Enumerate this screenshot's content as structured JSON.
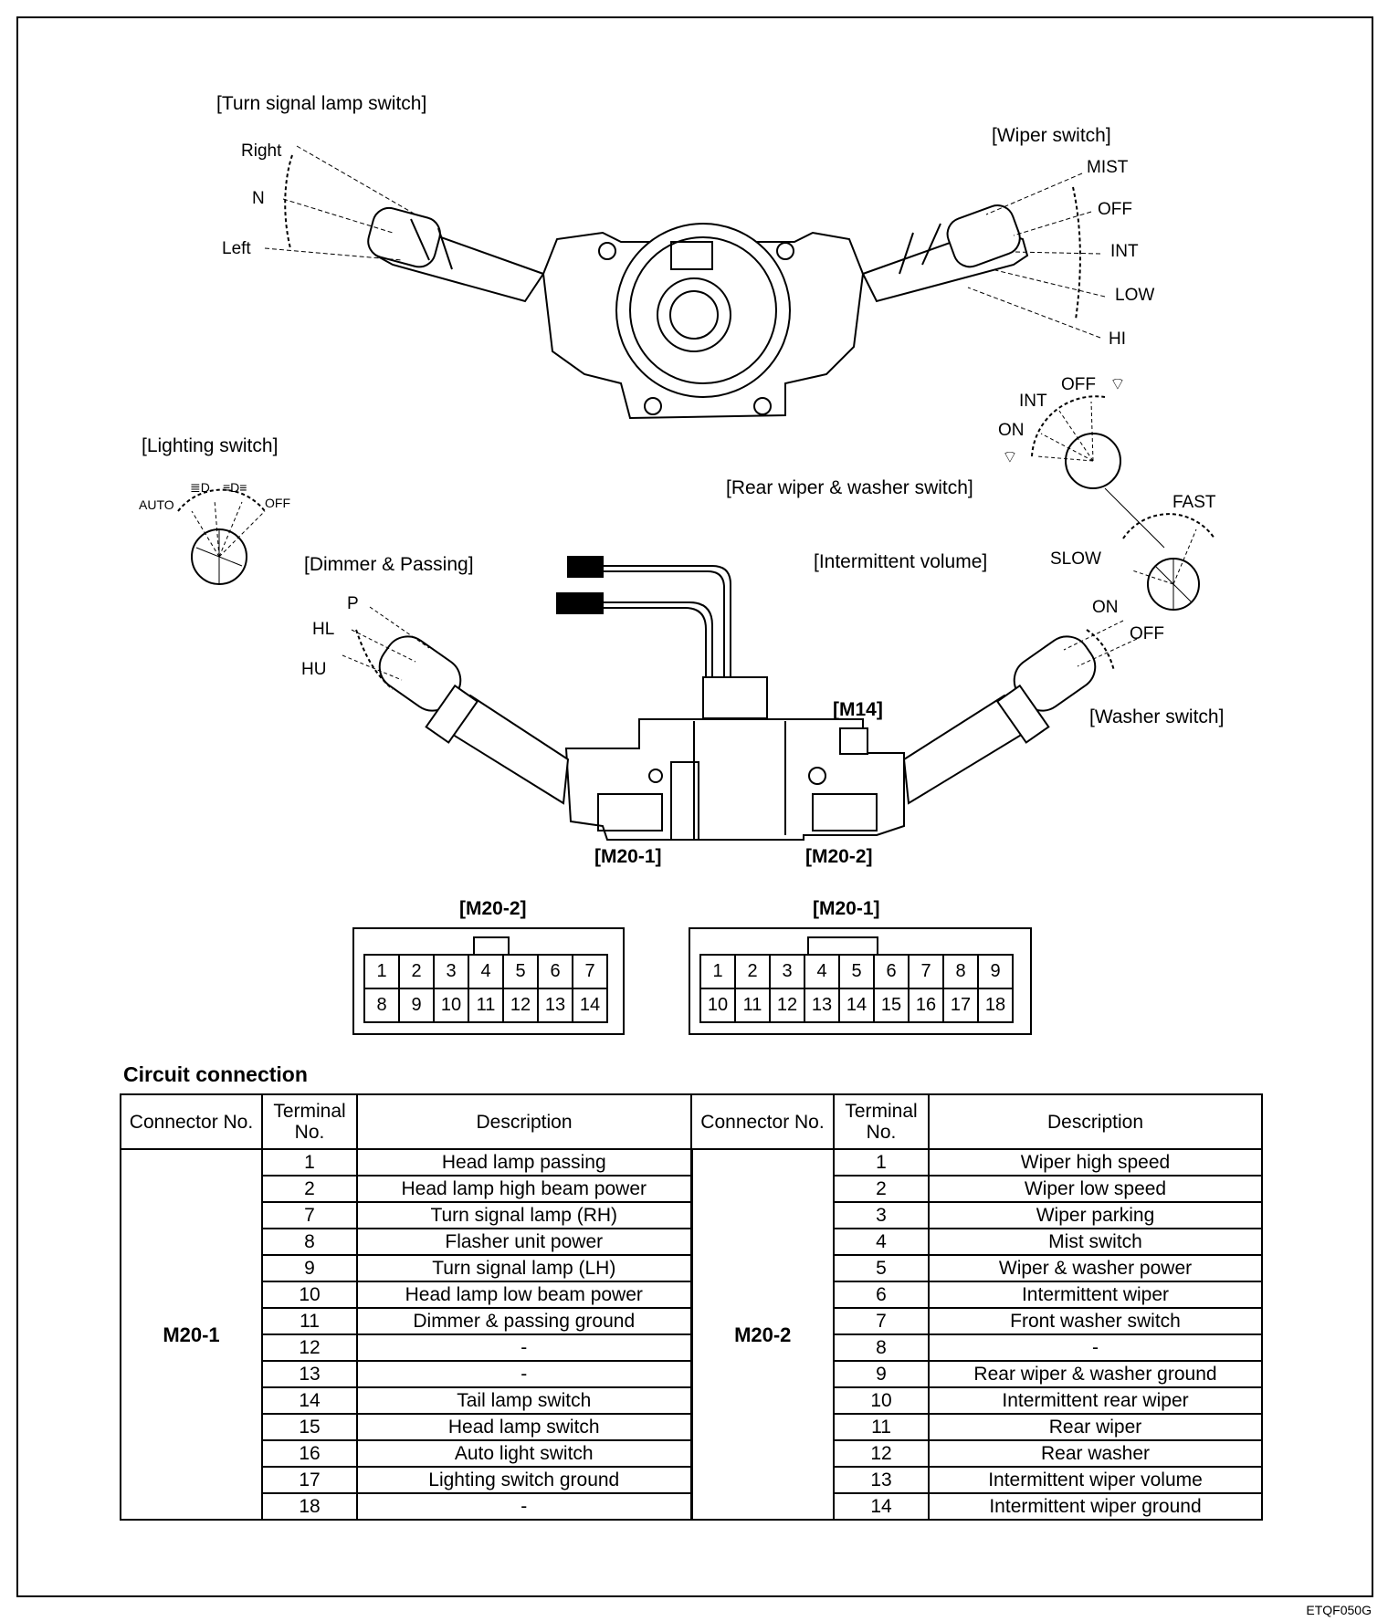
{
  "labels": {
    "turn_signal_title": "[Turn signal lamp switch]",
    "turn_right": "Right",
    "turn_n": "N",
    "turn_left": "Left",
    "wiper_title": "[Wiper switch]",
    "wiper_mist": "MIST",
    "wiper_off": "OFF",
    "wiper_int": "INT",
    "wiper_low": "LOW",
    "wiper_hi": "HI",
    "lighting_title": "[Lighting switch]",
    "lighting_auto": "AUTO",
    "lighting_off": "OFF",
    "rear_int": "INT",
    "rear_off": "OFF",
    "rear_on": "ON",
    "rear_title": "[Rear wiper & washer switch]",
    "dimmer_title": "[Dimmer & Passing]",
    "dimmer_p": "P",
    "dimmer_hl": "HL",
    "dimmer_hu": "HU",
    "intermittent_title": "[Intermittent volume]",
    "int_fast": "FAST",
    "int_slow": "SLOW",
    "washer_on": "ON",
    "washer_off": "OFF",
    "washer_title": "[Washer switch]",
    "m14": "[M14]",
    "m20_1_under": "[M20-1]",
    "m20_2_under": "[M20-2]"
  },
  "pinouts": [
    {
      "title": "[M20-2]",
      "top": [
        "1",
        "2",
        "3",
        "4",
        "5",
        "6",
        "7"
      ],
      "bottom": [
        "8",
        "9",
        "10",
        "11",
        "12",
        "13",
        "14"
      ]
    },
    {
      "title": "[M20-1]",
      "top": [
        "1",
        "2",
        "3",
        "4",
        "5",
        "6",
        "7",
        "8",
        "9"
      ],
      "bottom": [
        "10",
        "11",
        "12",
        "13",
        "14",
        "15",
        "16",
        "17",
        "18"
      ]
    }
  ],
  "circuit": {
    "title": "Circuit connection",
    "headers": {
      "connector": "Connector No.",
      "terminal": "Terminal No.",
      "description": "Description"
    },
    "left": {
      "connector": "M20-1",
      "rows": [
        {
          "terminal": "1",
          "description": "Head lamp passing"
        },
        {
          "terminal": "2",
          "description": "Head lamp high beam power"
        },
        {
          "terminal": "7",
          "description": "Turn signal lamp (RH)"
        },
        {
          "terminal": "8",
          "description": "Flasher unit power"
        },
        {
          "terminal": "9",
          "description": "Turn signal lamp (LH)"
        },
        {
          "terminal": "10",
          "description": "Head lamp low beam power"
        },
        {
          "terminal": "11",
          "description": "Dimmer & passing ground"
        },
        {
          "terminal": "12",
          "description": "-"
        },
        {
          "terminal": "13",
          "description": "-"
        },
        {
          "terminal": "14",
          "description": "Tail lamp switch"
        },
        {
          "terminal": "15",
          "description": "Head lamp switch"
        },
        {
          "terminal": "16",
          "description": "Auto light switch"
        },
        {
          "terminal": "17",
          "description": "Lighting switch ground"
        },
        {
          "terminal": "18",
          "description": "-"
        }
      ]
    },
    "right": {
      "connector": "M20-2",
      "rows": [
        {
          "terminal": "1",
          "description": "Wiper high speed"
        },
        {
          "terminal": "2",
          "description": "Wiper low speed"
        },
        {
          "terminal": "3",
          "description": "Wiper parking"
        },
        {
          "terminal": "4",
          "description": "Mist switch"
        },
        {
          "terminal": "5",
          "description": "Wiper & washer power"
        },
        {
          "terminal": "6",
          "description": "Intermittent wiper"
        },
        {
          "terminal": "7",
          "description": "Front washer switch"
        },
        {
          "terminal": "8",
          "description": "-"
        },
        {
          "terminal": "9",
          "description": "Rear wiper & washer ground"
        },
        {
          "terminal": "10",
          "description": "Intermittent rear wiper"
        },
        {
          "terminal": "11",
          "description": "Rear wiper"
        },
        {
          "terminal": "12",
          "description": "Rear washer"
        },
        {
          "terminal": "13",
          "description": "Intermittent wiper volume"
        },
        {
          "terminal": "14",
          "description": "Intermittent wiper ground"
        }
      ]
    }
  },
  "footer_code": "ETQF050G"
}
